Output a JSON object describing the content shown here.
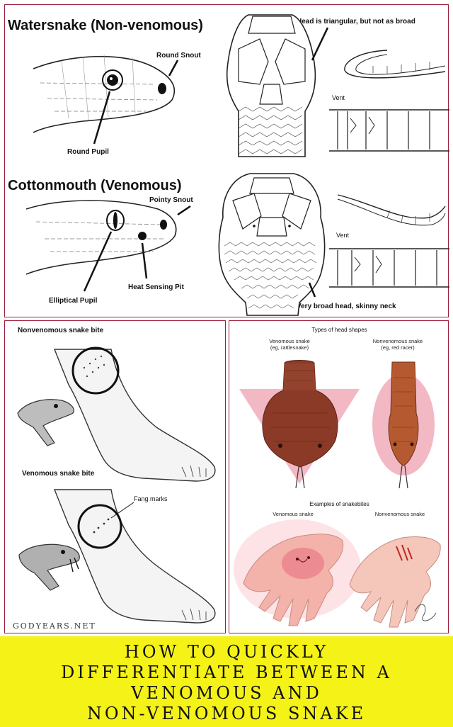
{
  "top": {
    "watersnake_heading": "Watersnake (Non-venomous)",
    "round_snout": "Round Snout",
    "round_pupil": "Round Pupil",
    "head_triangular_note": "Head is triangular, but not as broad",
    "vent_1": "Vent",
    "cottonmouth_heading": "Cottonmouth (Venomous)",
    "pointy_snout": "Pointy Snout",
    "heat_sensing_pit": "Heat Sensing Pit",
    "elliptical_pupil": "Elliptical Pupil",
    "vent_2": "Vent",
    "broad_head_note": "Very broad head, skinny neck"
  },
  "bites": {
    "nonvenomous_heading": "Nonvenomous snake bite",
    "venomous_heading": "Venomous snake bite",
    "fang_marks": "Fang marks",
    "watermark": "GODYEARS.NET"
  },
  "heads": {
    "heading": "Types of head shapes",
    "venomous_label": "Venomous snake\n(eg, rattlesnake)",
    "nonvenomous_label": "Nonvenomous snake\n(eg, red racer)",
    "examples_heading": "Examples of snakebites",
    "venomous_hand": "Venomous snake",
    "nonvenomous_hand": "Nonvenomous snake"
  },
  "title_lines": [
    "HOW TO QUICKLY",
    "DIFFERENTIATE BETWEEN A",
    "VENOMOUS AND",
    "NON-VENOMOUS SNAKE"
  ],
  "colors": {
    "banner": "#f5f218",
    "panel_border": "#9a1f3a",
    "triangle": "#f2b8c4",
    "snake_brown": "#8a3a26",
    "skin": "#f3c4b4"
  }
}
